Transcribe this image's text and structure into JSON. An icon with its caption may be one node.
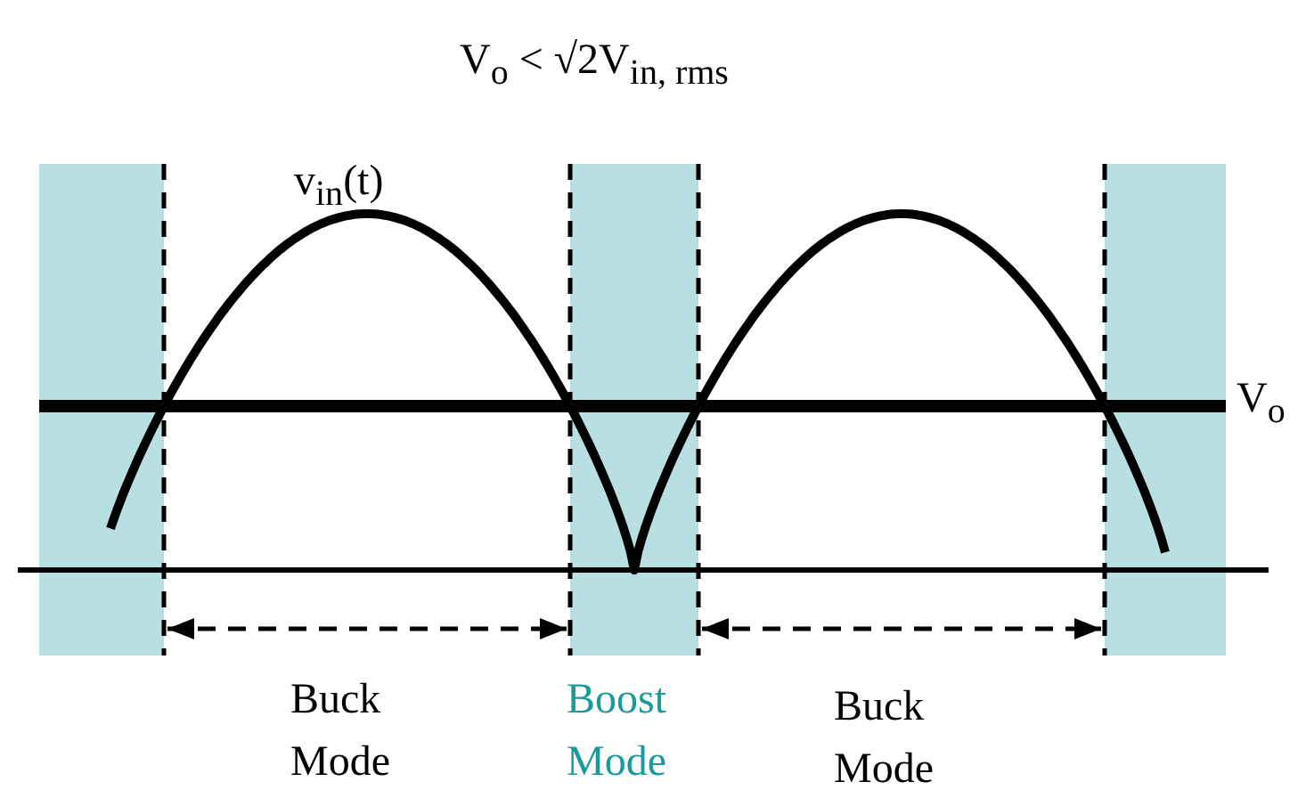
{
  "diagram": {
    "title": "V$_{o}$ < √2V$_{in, rms}$",
    "labels": [
      "v$_{in}$(t)",
      "V$_{o}$",
      "Buck Mode",
      "Boost Mode",
      "Buck Mode"
    ]
  }
}
